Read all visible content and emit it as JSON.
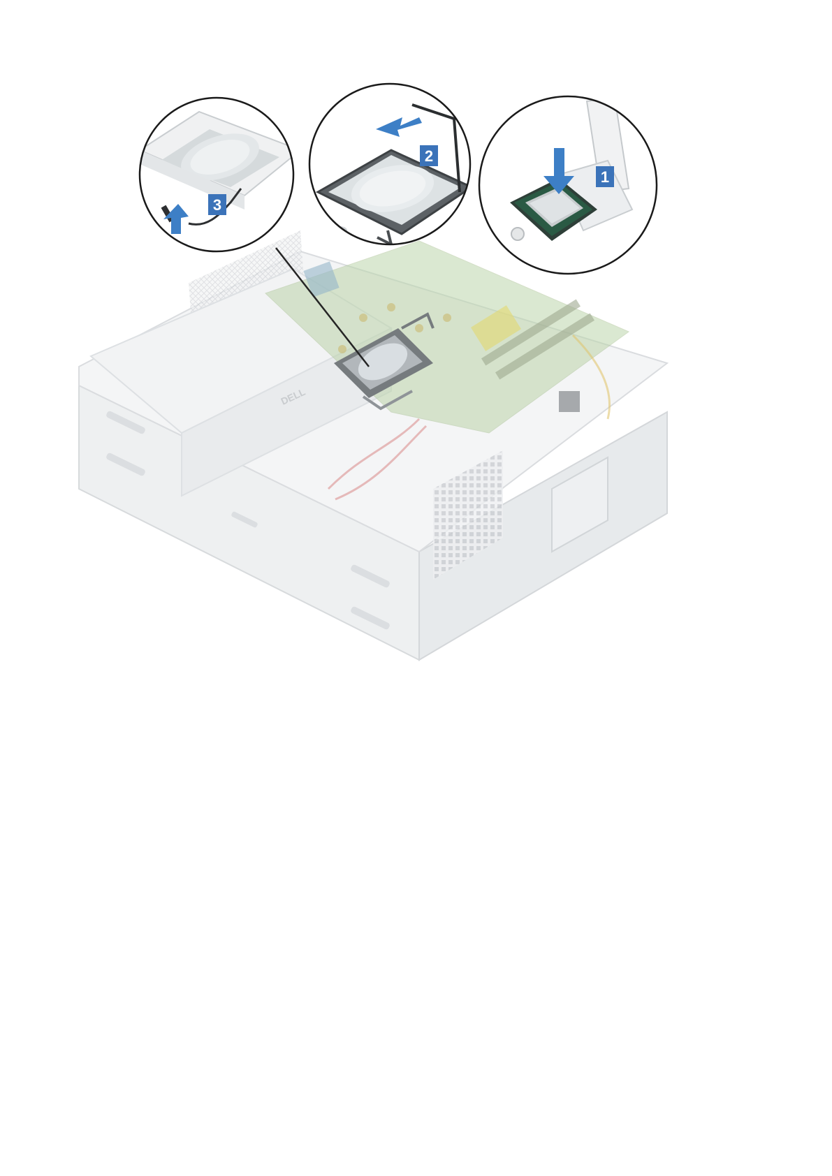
{
  "figure": {
    "callouts": [
      {
        "label": "1"
      },
      {
        "label": "2"
      },
      {
        "label": "3"
      }
    ],
    "colors": {
      "accent_blue": "#3d7fc6",
      "badge_blue": "#3b73b9",
      "chassis_gray": "#e9ecee",
      "circle_stroke": "#1a1a1a",
      "board_green": "#b9d2a6"
    },
    "logo_text": "DELL"
  }
}
